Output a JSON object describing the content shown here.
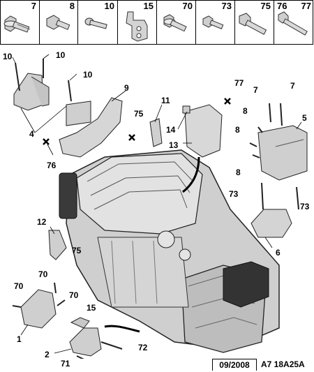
{
  "header_parts": [
    {
      "ref": "7",
      "icon": "flange-bolt"
    },
    {
      "ref": "8",
      "icon": "hex-bolt"
    },
    {
      "ref": "10",
      "icon": "stud-bolt"
    },
    {
      "ref": "15",
      "icon": "bracket-plate"
    },
    {
      "ref": "70",
      "icon": "flange-bolt"
    },
    {
      "ref": "73",
      "icon": "hex-bolt"
    },
    {
      "ref": "75",
      "icon": "long-flange-bolt"
    },
    {
      "ref": "76",
      "ref2": "77",
      "icon": "long-bolt"
    }
  ],
  "callouts": {
    "c10a": "10",
    "c10b": "10",
    "c10c": "10",
    "c9": "9",
    "c4": "4",
    "c76": "76",
    "c75a": "75",
    "c11": "11",
    "c14": "14",
    "c13": "13",
    "c77": "77",
    "c7a": "7",
    "c7b": "7",
    "c8a": "8",
    "c8b": "8",
    "c8c": "8",
    "c5": "5",
    "c73a": "73",
    "c73b": "73",
    "c6": "6",
    "c12": "12",
    "c75b": "75",
    "c70a": "70",
    "c70b": "70",
    "c70c": "70",
    "c1": "1",
    "c15": "15",
    "c2": "2",
    "c71": "71",
    "c72": "72"
  },
  "footer": {
    "date": "09/2008",
    "ref": "A7 18A25A"
  }
}
